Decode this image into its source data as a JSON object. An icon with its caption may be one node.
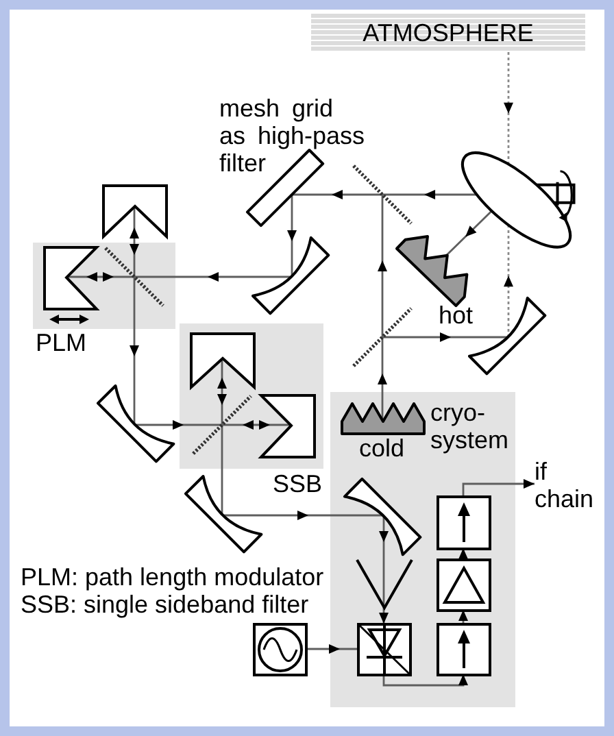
{
  "diagram": {
    "nodes": [
      {
        "text": [
          "ATMOSPHERE"
        ]
      },
      {
        "text": [
          "mesh grid as high-pass filter"
        ]
      },
      {
        "text": [],
        "shape": "line"
      },
      {
        "text": [],
        "shape": "ellipse"
      },
      {
        "text": [],
        "shape": "mirror"
      },
      {
        "text": [
          "PLM"
        ]
      },
      {
        "text": [],
        "shape": "mirror",
        "in": 5
      },
      {
        "text": [],
        "shape": "line",
        "in": 5
      },
      {
        "text": [],
        "shape": "mirror"
      },
      {
        "text": [
          "hot"
        ]
      },
      {
        "text": [],
        "shape": "line"
      },
      {
        "text": [],
        "shape": "mirror"
      },
      {
        "text": [
          "SSB"
        ]
      },
      {
        "text": [],
        "shape": "mirror",
        "in": 12
      },
      {
        "text": [],
        "shape": "line",
        "in": 12
      },
      {
        "text": [],
        "shape": "mirror",
        "in": 12
      },
      {
        "text": [],
        "shape": "mirror"
      },
      {
        "text": [
          "cryo- system"
        ]
      },
      {
        "text": [
          "cold"
        ],
        "in": 17
      },
      {
        "text": [
          "if chain"
        ]
      },
      {
        "text": [],
        "shape": "mirror"
      },
      {
        "text": [],
        "shape": "mirror",
        "in": 17
      },
      {
        "text": [],
        "shape": "box",
        "in": 17
      },
      {
        "text": [],
        "shape": "horn",
        "in": 17
      },
      {
        "text": [],
        "shape": "box",
        "in": 17
      },
      {
        "text": [],
        "shape": "box"
      },
      {
        "text": [],
        "shape": "box",
        "in": 17
      },
      {
        "text": [],
        "shape": "box",
        "in": 17
      }
    ],
    "edges": [
      {
        "from": 0,
        "to": 3,
        "arrow": "to",
        "style": "dashed"
      },
      {
        "from": 11,
        "to": 3,
        "arrow": "to",
        "style": "dashed"
      },
      {
        "from": 3,
        "to": 2,
        "arrow": "to"
      },
      {
        "from": 2,
        "to": 1,
        "arrow": "to"
      },
      {
        "from": 3,
        "to": 9,
        "arrow": "to"
      },
      {
        "from": 1,
        "to": 8,
        "arrow": "to"
      },
      {
        "from": 8,
        "to": 7,
        "arrow": "to"
      },
      {
        "from": 7,
        "to": 6,
        "arrow": "both"
      },
      {
        "from": 7,
        "to": 4,
        "arrow": "both"
      },
      {
        "from": 7,
        "to": 16,
        "arrow": "to"
      },
      {
        "from": 16,
        "to": 14,
        "arrow": "to"
      },
      {
        "from": 14,
        "to": 13,
        "arrow": "both"
      },
      {
        "from": 14,
        "to": 15,
        "arrow": "both"
      },
      {
        "from": 14,
        "to": 20,
        "arrow": "none"
      },
      {
        "from": 20,
        "to": 21,
        "arrow": "to"
      },
      {
        "from": 21,
        "to": 23,
        "arrow": "to"
      },
      {
        "from": 23,
        "to": 26,
        "arrow": "to"
      },
      {
        "from": 25,
        "to": 26,
        "arrow": "to"
      },
      {
        "from": 26,
        "to": 27,
        "arrow": "to"
      },
      {
        "from": 27,
        "to": 24,
        "arrow": "to"
      },
      {
        "from": 24,
        "to": 22,
        "arrow": "to"
      },
      {
        "from": 22,
        "to": 19,
        "arrow": "to"
      },
      {
        "from": 18,
        "to": 10,
        "arrow": "to"
      },
      {
        "from": 10,
        "to": 11,
        "arrow": "to"
      },
      {
        "from": 10,
        "to": 2,
        "arrow": "to"
      }
    ],
    "labels": [
      "PLM: path length modulator",
      "SSB: single sideband filter"
    ]
  }
}
